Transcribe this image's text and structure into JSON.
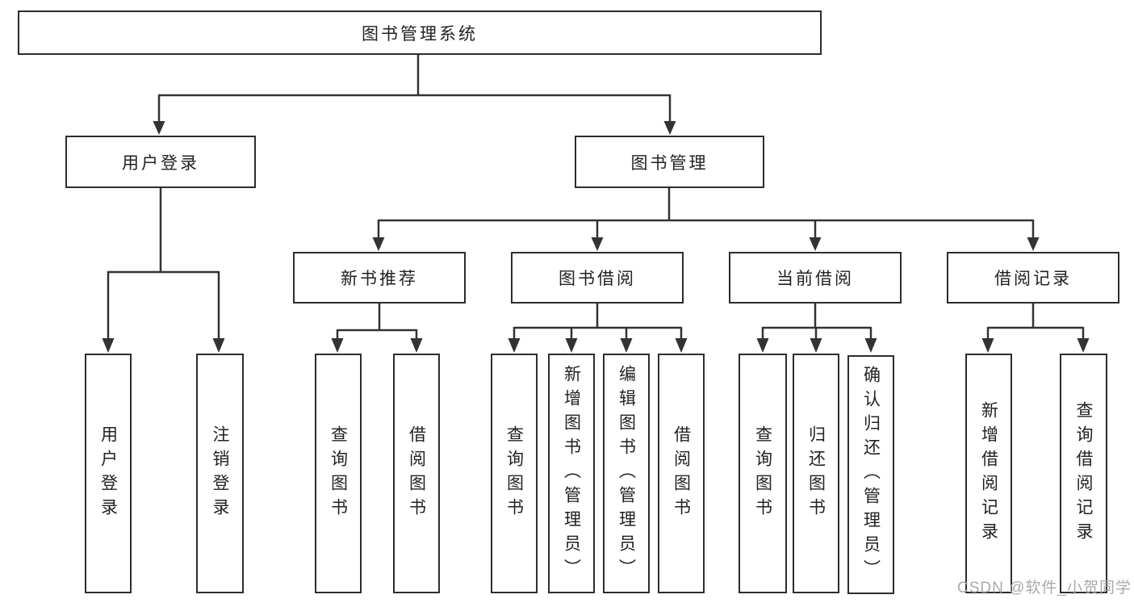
{
  "diagram": {
    "type": "hierarchy",
    "nodes": {
      "root": "图书管理系统",
      "level2": [
        {
          "id": "user-login",
          "label": "用户登录"
        },
        {
          "id": "book-management",
          "label": "图书管理"
        }
      ],
      "level3": [
        {
          "id": "new-book-recommend",
          "parent": "图书管理",
          "label": "新书推荐"
        },
        {
          "id": "book-borrow",
          "parent": "图书管理",
          "label": "图书借阅"
        },
        {
          "id": "current-borrow",
          "parent": "图书管理",
          "label": "当前借阅"
        },
        {
          "id": "borrow-records",
          "parent": "图书管理",
          "label": "借阅记录"
        }
      ],
      "leaves": [
        {
          "parent": "用户登录",
          "label": "用户登录"
        },
        {
          "parent": "用户登录",
          "label": "注销登录"
        },
        {
          "parent": "新书推荐",
          "label": "查询图书"
        },
        {
          "parent": "新书推荐",
          "label": "借阅图书"
        },
        {
          "parent": "图书借阅",
          "label": "查询图书"
        },
        {
          "parent": "图书借阅",
          "label": "新增图书（管理员）"
        },
        {
          "parent": "图书借阅",
          "label": "编辑图书（管理员）"
        },
        {
          "parent": "图书借阅",
          "label": "借阅图书"
        },
        {
          "parent": "当前借阅",
          "label": "查询图书"
        },
        {
          "parent": "当前借阅",
          "label": "归还图书"
        },
        {
          "parent": "当前借阅",
          "label": "确认归还（管理员）"
        },
        {
          "parent": "借阅记录",
          "label": "新增借阅记录"
        },
        {
          "parent": "借阅记录",
          "label": "查询借阅记录"
        }
      ]
    },
    "colors": {
      "line": "#333333",
      "box_border": "#2d2d2d",
      "text": "#222222",
      "watermark": "#a9a9a9",
      "background": "#ffffff"
    }
  },
  "watermark": "CSDN @软件_小贺同学"
}
